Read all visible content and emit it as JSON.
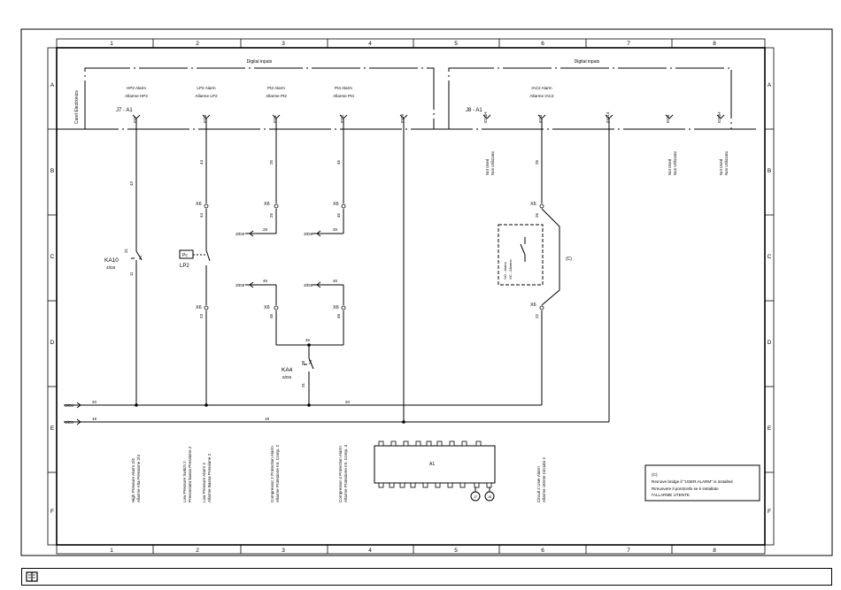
{
  "columns": [
    "1",
    "2",
    "3",
    "4",
    "5",
    "6",
    "7",
    "8"
  ],
  "rows": [
    "A",
    "B",
    "C",
    "D",
    "E",
    "F"
  ],
  "headers": {
    "left": "Digital inputs",
    "right": "Digital inputs"
  },
  "vertical_labels": {
    "controller": "Carel Electronics"
  },
  "connectors": {
    "j7": "J7 - A1",
    "j8": "J8 - A1"
  },
  "inputs": [
    {
      "id": "ID9",
      "en": "HP2 Alarm",
      "it": "Allarme HP2"
    },
    {
      "id": "ID10",
      "en": "LP2 Alarm",
      "it": "Allarme LP2"
    },
    {
      "id": "ID11",
      "en": "Pt2 Alarm",
      "it": "Allarme Pt2"
    },
    {
      "id": "ID12",
      "en": "Pt4 Alarm",
      "it": "Allarme Pt4"
    },
    {
      "id": "IDC9",
      "en": "",
      "it": ""
    },
    {
      "id": "ID13H",
      "en": "",
      "it": "",
      "nu_en": "Not Used",
      "nu_it": "Non Utilizzato"
    },
    {
      "id": "ID13",
      "en": "IAC2 Alarm",
      "it": "Allarme IAC2"
    },
    {
      "id": "IDC13",
      "en": "",
      "it": ""
    },
    {
      "id": "ID14",
      "en": "",
      "it": "",
      "nu_en": "Not Used",
      "nu_it": "Non Utilizzato"
    },
    {
      "id": "ID14H",
      "en": "",
      "it": "",
      "nu_en": "Not Used",
      "nu_it": "Non Utilizzato"
    }
  ],
  "wires": {
    "w43": "43",
    "w44a": "44",
    "w44b": "44",
    "w25a": "25",
    "w25b": "25",
    "w45a": "45",
    "w45b": "45",
    "w26a": "26",
    "w26b": "26",
    "w46a": "46",
    "w46b": "46",
    "w46c": "46",
    "w46d": "46",
    "w46e": "46",
    "w20a": "20",
    "w20b": "20",
    "w19a": "19",
    "w19b": "19",
    "w11": "11",
    "w21": "21",
    "w24": "24",
    "w31": "31",
    "w14": "14",
    "w23": "23",
    "w28": "28",
    "w22": "22"
  },
  "terminal": "X6",
  "devices": {
    "ka10": "KA10",
    "ka10_ref": "4/D6",
    "ka4": "KA4",
    "ka4_ref": "5/D6",
    "lp2": "LP2",
    "pc": "Pc",
    "a1": "A1",
    "j7": "J7",
    "j8": "J8",
    "nc_text": "NC - Allarme",
    "no_text": "NO - Alarm",
    "c_mark": "(C)"
  },
  "refs": {
    "r1": "3/D8",
    "r2": "3/D8",
    "r3": "3/D8",
    "r4": "3/D8",
    "e1": "6/E8",
    "e2": "6/E8"
  },
  "bottom_labels": [
    {
      "en": "High Pressure Alarm 2/4",
      "it": "Allarme Alta Pressione 2/4"
    },
    {
      "en": "Low Pressure Switch 2",
      "it": "Pressostato bassa Pressione 2"
    },
    {
      "en": "Low Pressure Alarm 2",
      "it": "Allarme Bassa Pressione 2"
    },
    {
      "en": "Compressor 2 Protection Alarm",
      "it": "Allarme Protezione Int. Comp. 2"
    },
    {
      "en": "Compressor 4 Protection Alarm",
      "it": "Allarme Protezione Int. Comp. 4"
    },
    {
      "en": "Circuit 2 User Alarm",
      "it": "Allarme Utente Circuito 2"
    }
  ],
  "note": {
    "mark": "(C)",
    "line1": "Remove bridge if \"USER ALARM\" is installed",
    "line2": "Rimuovere il ponticello se è installato",
    "line3": "l'ALLARME UTENTE"
  }
}
